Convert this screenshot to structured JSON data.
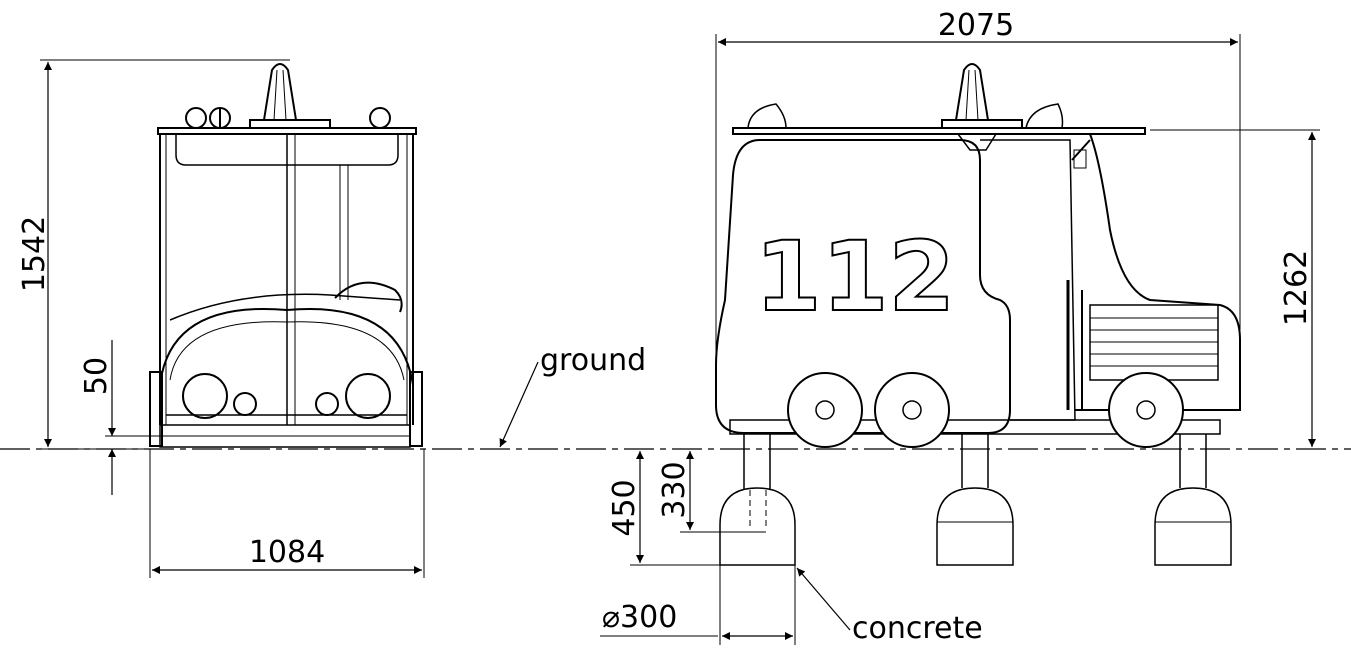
{
  "dimensions": {
    "front_height": "1542",
    "front_width": "1084",
    "front_clearance": "50",
    "side_length": "2075",
    "side_height": "1262",
    "foundation_depth": "450",
    "post_depth": "330",
    "foundation_diameter": "⌀300"
  },
  "labels": {
    "ground": "ground",
    "concrete": "concrete",
    "vehicle_number": "112"
  }
}
